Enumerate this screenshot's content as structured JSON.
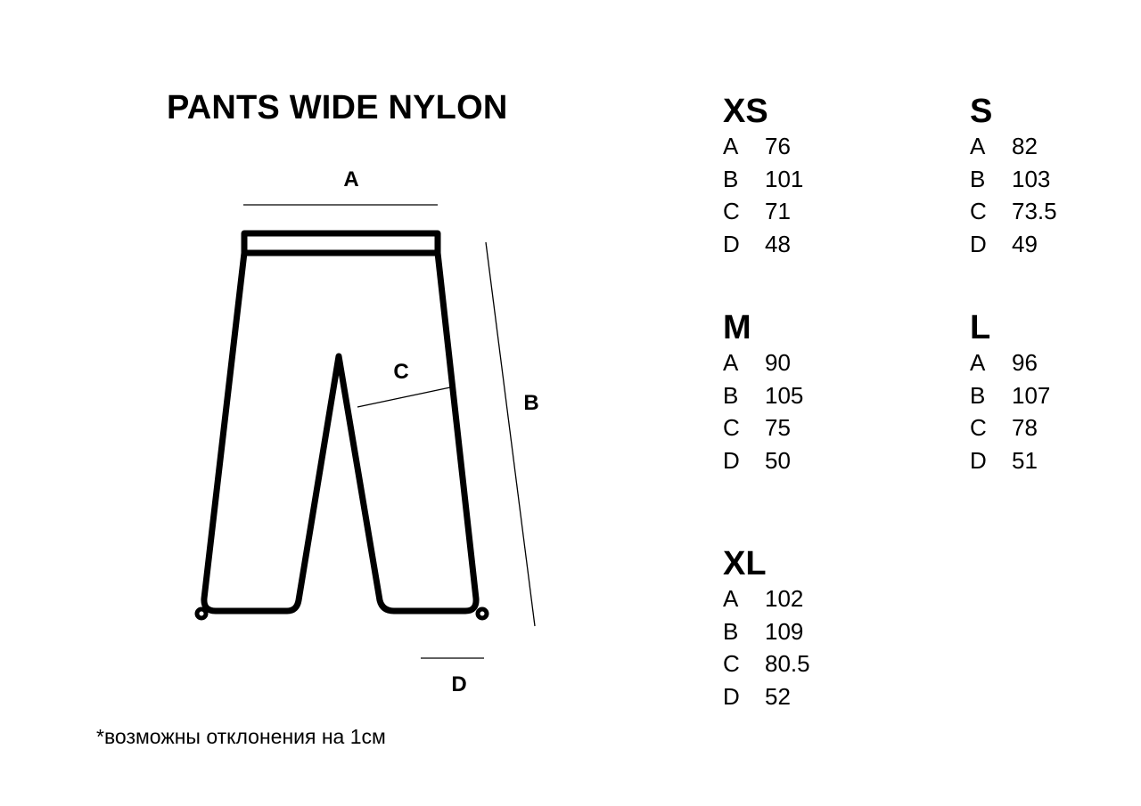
{
  "title": "PANTS WIDE NYLON",
  "diagram_labels": {
    "a": "A",
    "b": "B",
    "c": "C",
    "d": "D"
  },
  "sizes": [
    {
      "name": "XS",
      "rows": [
        {
          "k": "A",
          "v": "76"
        },
        {
          "k": "B",
          "v": "101"
        },
        {
          "k": "C",
          "v": "71"
        },
        {
          "k": "D",
          "v": "48"
        }
      ]
    },
    {
      "name": "S",
      "rows": [
        {
          "k": "A",
          "v": "82"
        },
        {
          "k": "B",
          "v": "103"
        },
        {
          "k": "C",
          "v": "73.5"
        },
        {
          "k": "D",
          "v": "49"
        }
      ]
    },
    {
      "name": "M",
      "rows": [
        {
          "k": "A",
          "v": "90"
        },
        {
          "k": "B",
          "v": "105"
        },
        {
          "k": "C",
          "v": "75"
        },
        {
          "k": "D",
          "v": "50"
        }
      ]
    },
    {
      "name": "L",
      "rows": [
        {
          "k": "A",
          "v": "96"
        },
        {
          "k": "B",
          "v": "107"
        },
        {
          "k": "C",
          "v": "78"
        },
        {
          "k": "D",
          "v": "51"
        }
      ]
    },
    {
      "name": "XL",
      "rows": [
        {
          "k": "A",
          "v": "102"
        },
        {
          "k": "B",
          "v": "109"
        },
        {
          "k": "C",
          "v": "80.5"
        },
        {
          "k": "D",
          "v": "52"
        }
      ]
    }
  ],
  "footnote": "*возможны отклонения на 1см"
}
